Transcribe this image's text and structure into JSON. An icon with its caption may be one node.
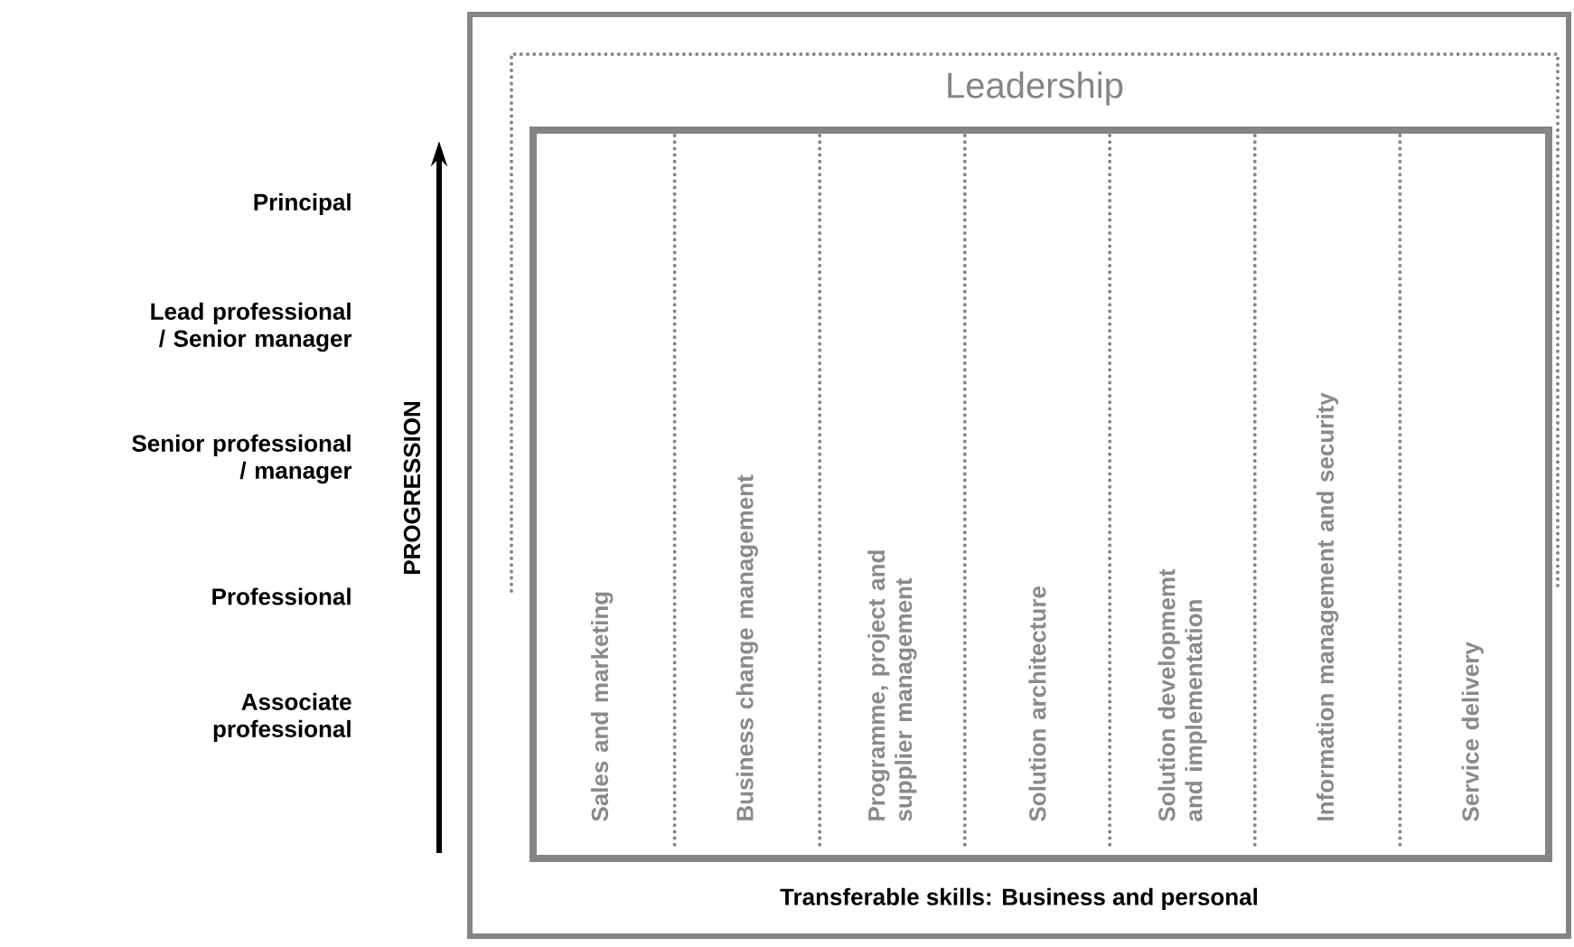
{
  "diagram": {
    "nodes": [
      {
        "text": [
          "Transferable skills: Business and personal"
        ]
      },
      {
        "text": [
          "Leadership"
        ],
        "in": 0
      },
      {
        "text": [],
        "shape": "box",
        "in": 0
      },
      {
        "text": [
          "Sales and marketing"
        ],
        "in": 2
      },
      {
        "text": [
          "Business change management"
        ],
        "in": 2
      },
      {
        "text": [
          "Programme, project and supplier management"
        ],
        "in": 2
      },
      {
        "text": [
          "Solution architecture"
        ],
        "in": 2
      },
      {
        "text": [
          "Solution developmemt and implementation"
        ],
        "in": 2
      },
      {
        "text": [
          "Information management and security"
        ],
        "in": 2
      },
      {
        "text": [
          "Service delivery"
        ],
        "in": 2
      }
    ],
    "labels": [
      "Principal",
      "Lead professional / Senior manager",
      "Senior professional / manager",
      "Professional",
      "Associate professional",
      "PROGRESSION"
    ]
  }
}
